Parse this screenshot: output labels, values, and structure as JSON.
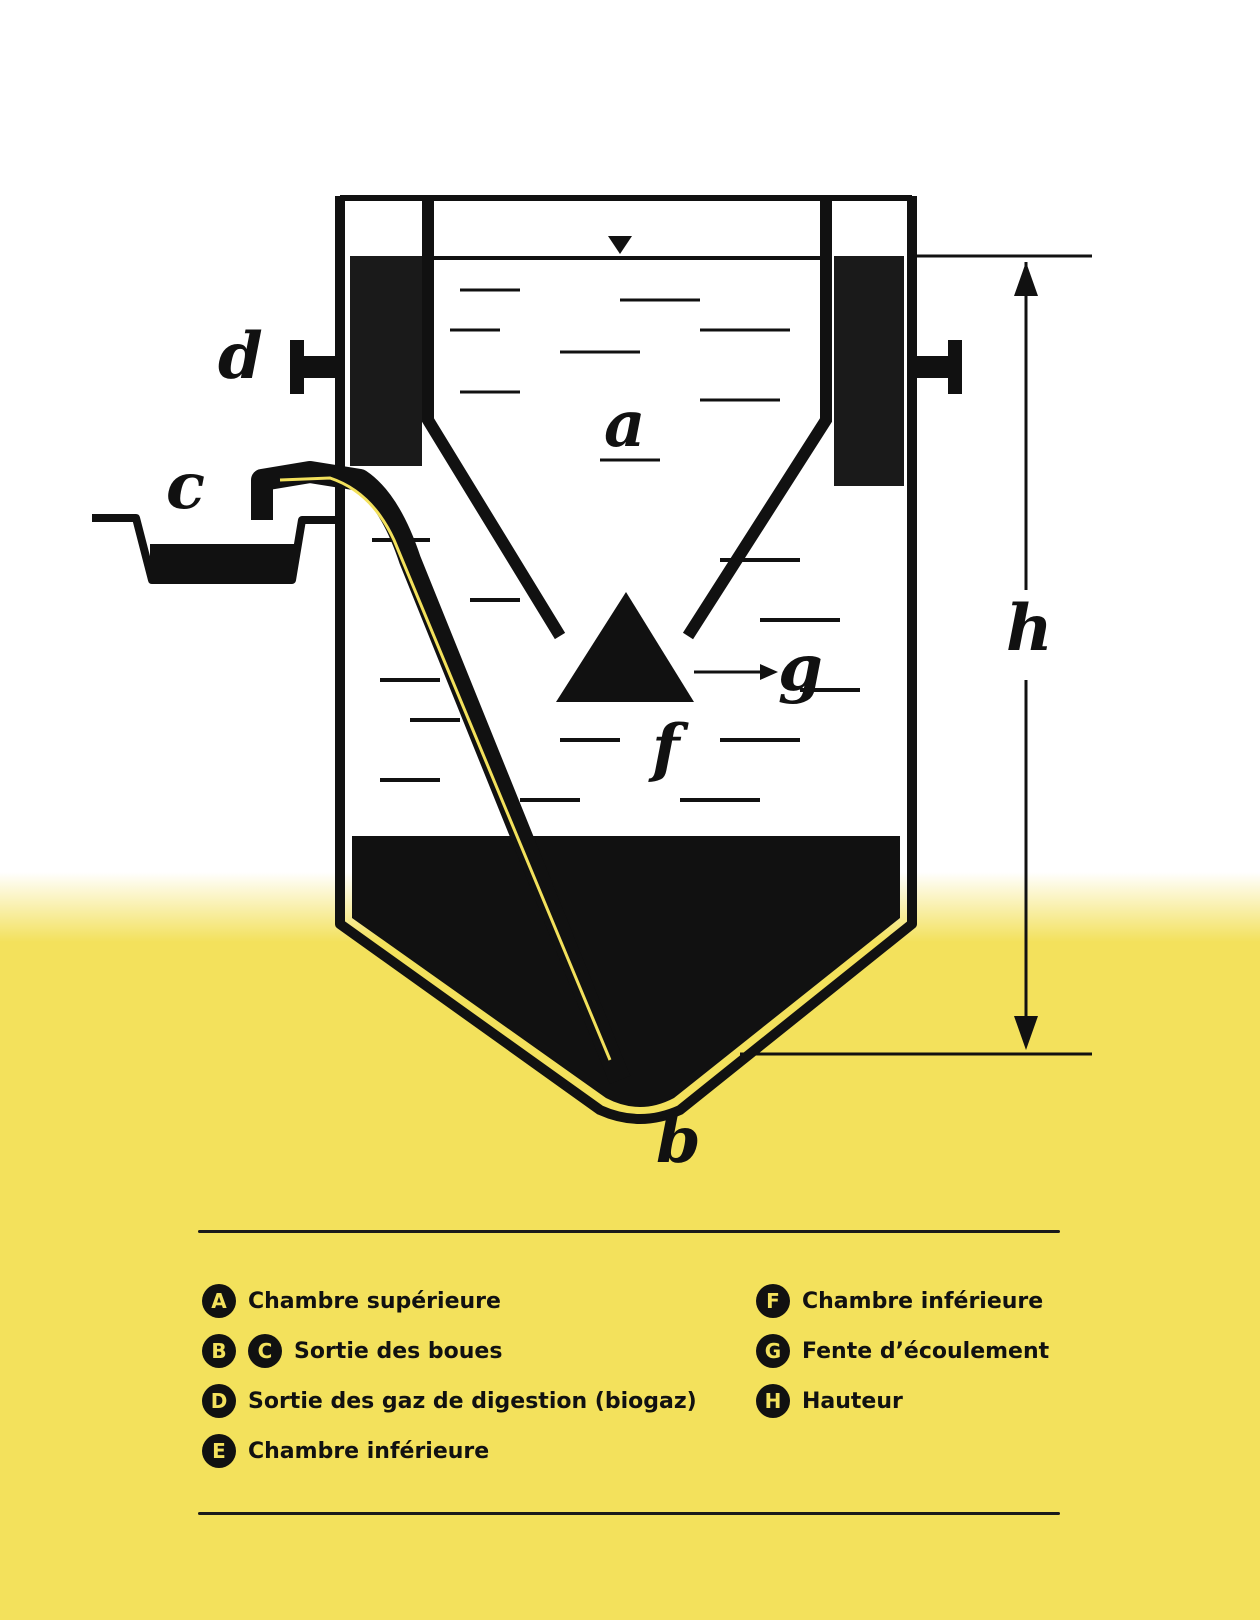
{
  "colors": {
    "background": "#ffffff",
    "accent_yellow": "#f3e15c",
    "ink": "#111111"
  },
  "diagram": {
    "labels": {
      "a": "a",
      "b": "b",
      "c": "c",
      "d": "d",
      "f": "f",
      "g": "g",
      "h": "h"
    }
  },
  "legend": {
    "left": [
      {
        "badges": [
          "A"
        ],
        "text": "Chambre supérieure"
      },
      {
        "badges": [
          "B",
          "C"
        ],
        "text": "Sortie des boues"
      },
      {
        "badges": [
          "D"
        ],
        "text": "Sortie des gaz de digestion (biogaz)"
      },
      {
        "badges": [
          "E"
        ],
        "text": "Chambre inférieure"
      }
    ],
    "right": [
      {
        "badges": [
          "F"
        ],
        "text": "Chambre inférieure"
      },
      {
        "badges": [
          "G"
        ],
        "text": "Fente d’écoulement"
      },
      {
        "badges": [
          "H"
        ],
        "text": "Hauteur"
      }
    ]
  }
}
